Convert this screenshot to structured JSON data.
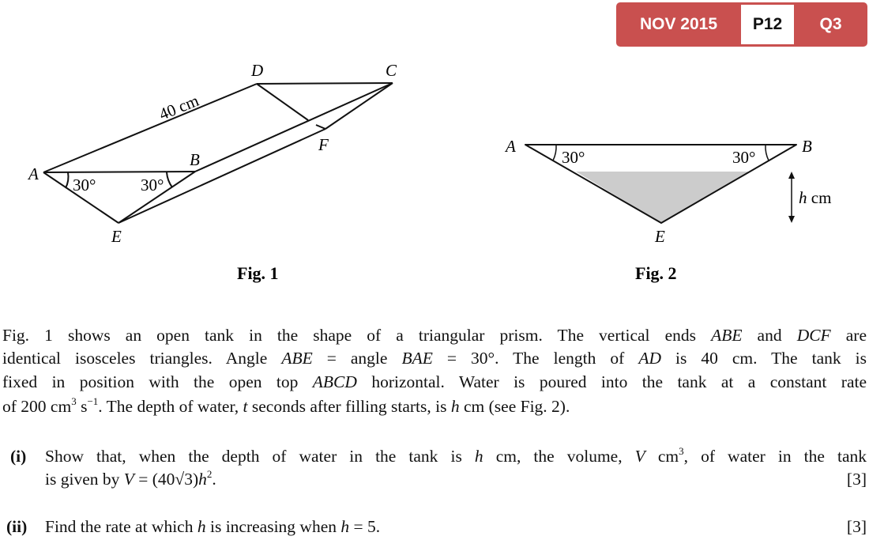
{
  "badge": {
    "session": "NOV 2015",
    "paper": "P12",
    "question": "Q3",
    "color": "#c9504f"
  },
  "fig1": {
    "caption": "Fig. 1",
    "labels": {
      "A": "A",
      "B": "B",
      "C": "C",
      "D": "D",
      "E": "E",
      "F": "F"
    },
    "length_label": "40 cm",
    "angle_A": "30°",
    "angle_B": "30°"
  },
  "fig2": {
    "caption": "Fig. 2",
    "labels": {
      "A": "A",
      "B": "B",
      "E": "E"
    },
    "angle_A": "30°",
    "angle_B": "30°",
    "depth_var": "h",
    "depth_unit": " cm",
    "water_color": "#cccccc"
  },
  "intro_lines": [
    [
      {
        "t": "Fig. 1 shows an open tank in the shape of a triangular prism.  The vertical ends "
      },
      {
        "t": "ABE",
        "i": true
      },
      {
        "t": " and "
      },
      {
        "t": "DCF",
        "i": true
      },
      {
        "t": " are"
      }
    ],
    [
      {
        "t": "identical isosceles triangles.  Angle "
      },
      {
        "t": "ABE",
        "i": true
      },
      {
        "t": " = angle "
      },
      {
        "t": "BAE",
        "i": true
      },
      {
        "t": " = 30°.  The length of "
      },
      {
        "t": "AD",
        "i": true
      },
      {
        "t": " is 40 cm.  The tank is"
      }
    ],
    [
      {
        "t": "fixed in position with the open top "
      },
      {
        "t": "ABCD",
        "i": true
      },
      {
        "t": " horizontal.  Water is poured into the tank at a constant rate"
      }
    ],
    [
      {
        "t": "of 200 cm"
      },
      {
        "t": "3",
        "sup": true
      },
      {
        "t": " s"
      },
      {
        "t": "−1",
        "sup": true
      },
      {
        "t": ".  The depth of water, "
      },
      {
        "t": "t",
        "i": true
      },
      {
        "t": " seconds after filling starts, is "
      },
      {
        "t": "h",
        "i": true
      },
      {
        "t": " cm (see Fig. 2)."
      }
    ]
  ],
  "parts": [
    {
      "number": "(i)",
      "lines": [
        [
          {
            "t": "Show that, when the depth of water in the tank is "
          },
          {
            "t": "h",
            "i": true
          },
          {
            "t": " cm, the volume, "
          },
          {
            "t": "V",
            "i": true
          },
          {
            "t": " cm"
          },
          {
            "t": "3",
            "sup": true
          },
          {
            "t": ", of water in the tank"
          }
        ],
        [
          {
            "t": "is given by "
          },
          {
            "t": "V",
            "i": true
          },
          {
            "t": " = (40√3)"
          },
          {
            "t": "h",
            "i": true
          },
          {
            "t": "2",
            "sup": true
          },
          {
            "t": "."
          }
        ]
      ],
      "marks": "[3]"
    },
    {
      "number": "(ii)",
      "lines": [
        [
          {
            "t": "Find the rate at which "
          },
          {
            "t": "h",
            "i": true
          },
          {
            "t": " is increasing when "
          },
          {
            "t": "h",
            "i": true
          },
          {
            "t": " = 5."
          }
        ]
      ],
      "marks": "[3]"
    }
  ]
}
